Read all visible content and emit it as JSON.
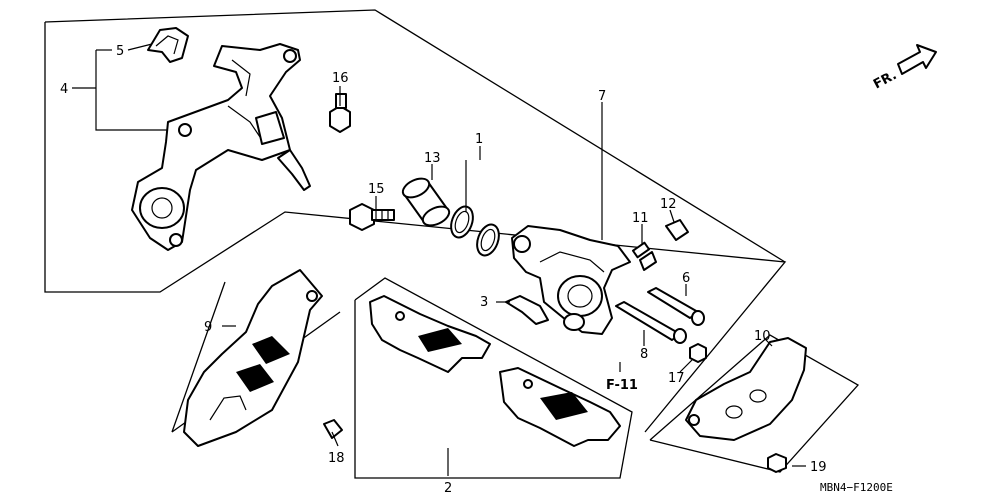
{
  "diagram": {
    "callouts": {
      "c1": "1",
      "c2": "2",
      "c3": "3",
      "c4": "4",
      "c5": "5",
      "c6": "6",
      "c7": "7",
      "c8": "8",
      "c9": "9",
      "c10": "10",
      "c11": "11",
      "c12": "12",
      "c13": "13",
      "c15": "15",
      "c16": "16",
      "c17": "17",
      "c18": "18",
      "c19": "19"
    },
    "reference": "F-11",
    "direction": "FR.",
    "code": "MBN4−F1200E"
  }
}
